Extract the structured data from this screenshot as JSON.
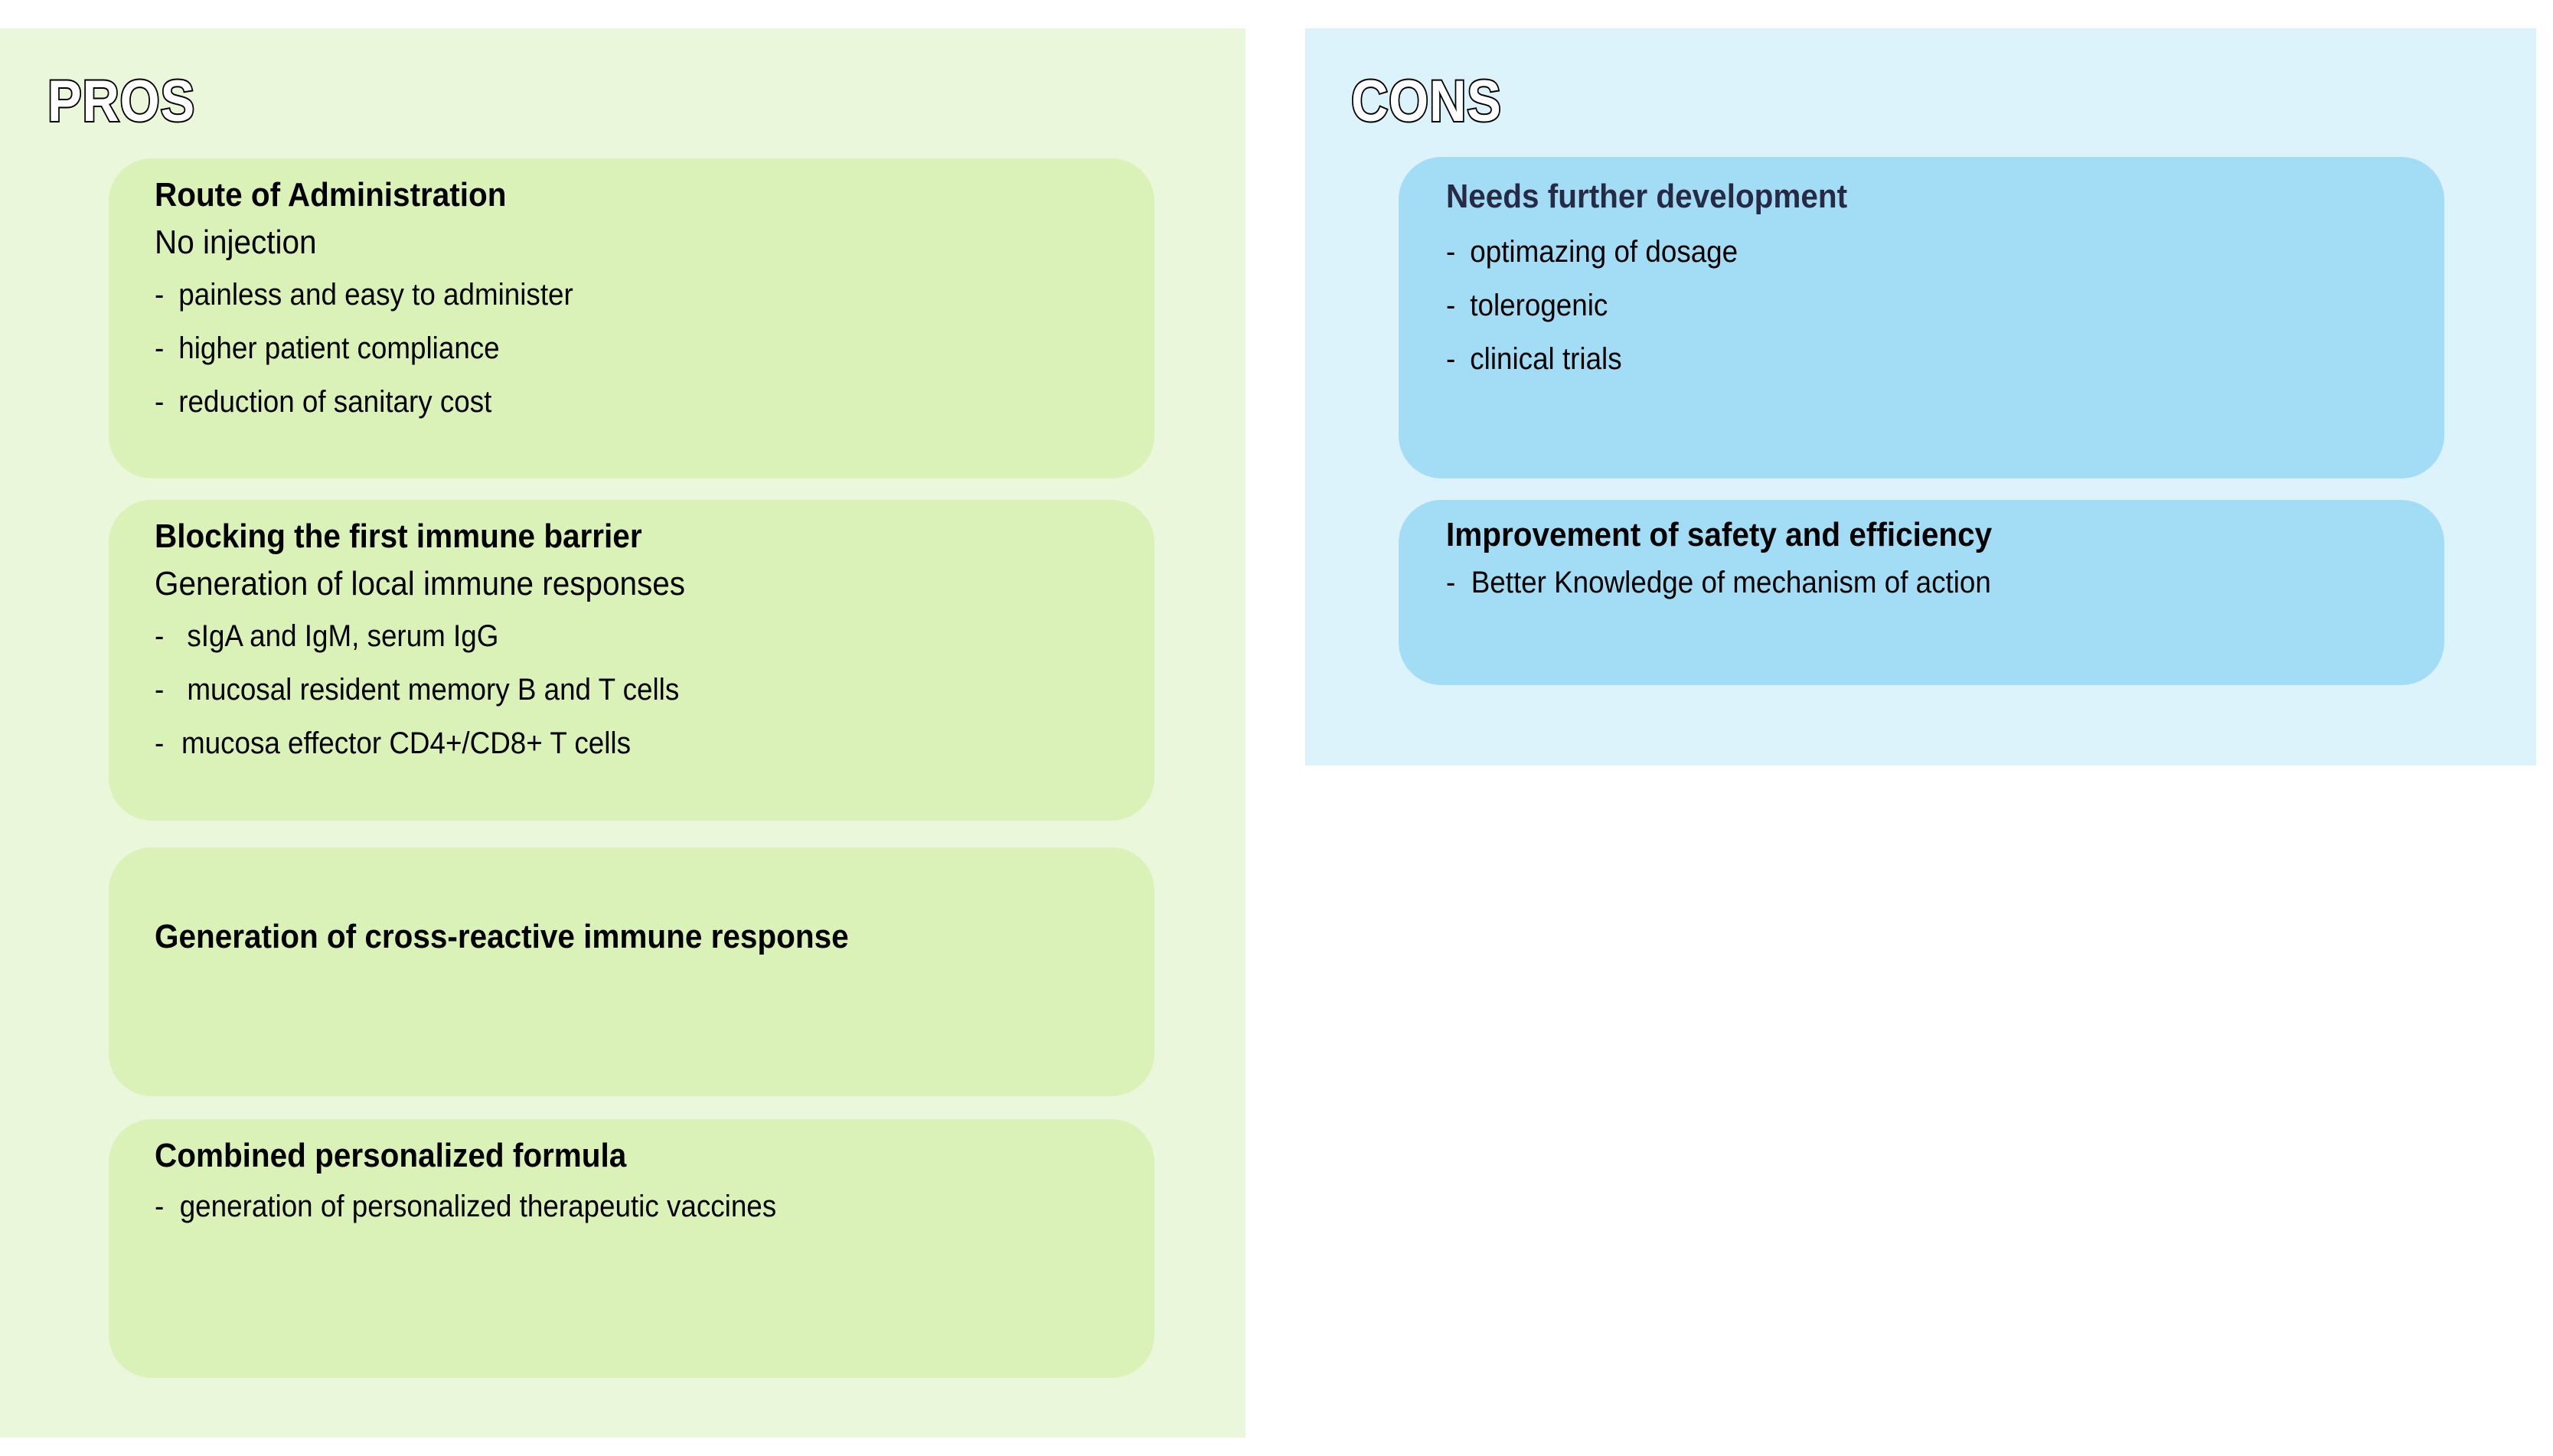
{
  "colors": {
    "pros_panel_bg": "#eaf7db",
    "pros_card_bg": "#daf2b8",
    "cons_panel_bg": "#ddf3fc",
    "cons_card_bg": "#a2ddf5",
    "text": "#000000",
    "navy_text": "#272a45",
    "page_bg": "#ffffff"
  },
  "pros": {
    "heading": "PROS",
    "cards": [
      {
        "title": "Route of Administration",
        "subtitle": "No injection",
        "bullets": [
          "painless and easy to administer",
          "higher patient compliance",
          "reduction of sanitary cost"
        ],
        "dash": "-"
      },
      {
        "title": "Blocking the first immune barrier",
        "subtitle": "Generation of local immune responses",
        "bullets": [
          "sIgA and IgM, serum IgG",
          "mucosal resident memory B and T cells",
          "mucosa effector CD4+/CD8+ T cells"
        ],
        "dash": "-"
      },
      {
        "title": "Generation of cross-reactive immune response",
        "subtitle": "",
        "bullets": [],
        "dash": "-"
      },
      {
        "title": "Combined personalized formula",
        "subtitle": "",
        "bullets": [
          "generation of personalized therapeutic vaccines"
        ],
        "dash": "-"
      }
    ]
  },
  "cons": {
    "heading": "CONS",
    "cards": [
      {
        "title": "Needs further development",
        "subtitle": "",
        "bullets": [
          "optimazing of dosage",
          "tolerogenic",
          "clinical trials"
        ],
        "dash": "-"
      },
      {
        "title": "Improvement of safety and efficiency",
        "subtitle": "",
        "bullets": [
          "Better Knowledge of mechanism  of action"
        ],
        "dash": "-"
      }
    ]
  }
}
